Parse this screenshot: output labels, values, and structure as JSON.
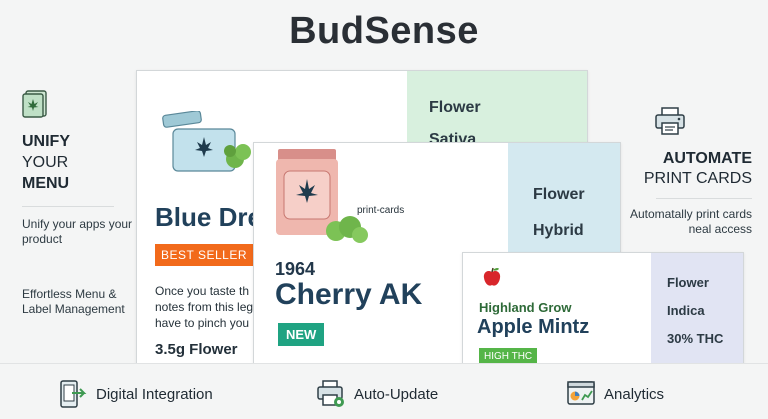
{
  "brand": "BudSense",
  "left": {
    "heading_bold1": "UNIFY",
    "heading_plain": "YOUR",
    "heading_bold2": "MENU",
    "desc1": "Unify your apps your product",
    "desc2": "Effortless Menu & Label Management",
    "icon": "menu-card-icon"
  },
  "right": {
    "heading1": "AUTOMATE",
    "heading2": "PRINT CARDS",
    "desc": "Automatally print cards neal access",
    "icon": "printer-icon"
  },
  "cards": {
    "card1": {
      "side_line1": "Flower",
      "side_line2": "Sativa",
      "name": "Blue Dre",
      "badge": "BEST SELLER",
      "description": "Once you taste th notes from this leg have to pinch you",
      "size": "3.5g Flower"
    },
    "card2": {
      "floating_label": "print-cards",
      "year": "1964",
      "name": "Cherry AK",
      "badge": "NEW",
      "side_line1": "Flower",
      "side_line2": "Hybrid"
    },
    "card3": {
      "brand": "Highland Grow",
      "name": "Apple Mintz",
      "badge": "HIGH THC",
      "side_line1": "Flower",
      "side_line2": "Indica",
      "side_line3": "30% THC"
    }
  },
  "features": [
    {
      "label": "Digital Integration",
      "icon": "tablet-sync-icon"
    },
    {
      "label": "Auto-Update",
      "icon": "printer-gear-icon"
    },
    {
      "label": "Analytics",
      "icon": "dashboard-chart-icon"
    }
  ],
  "colors": {
    "accent_orange": "#f26a1b",
    "accent_teal": "#1fa382",
    "accent_green": "#55b548",
    "title_navy": "#21415b"
  }
}
